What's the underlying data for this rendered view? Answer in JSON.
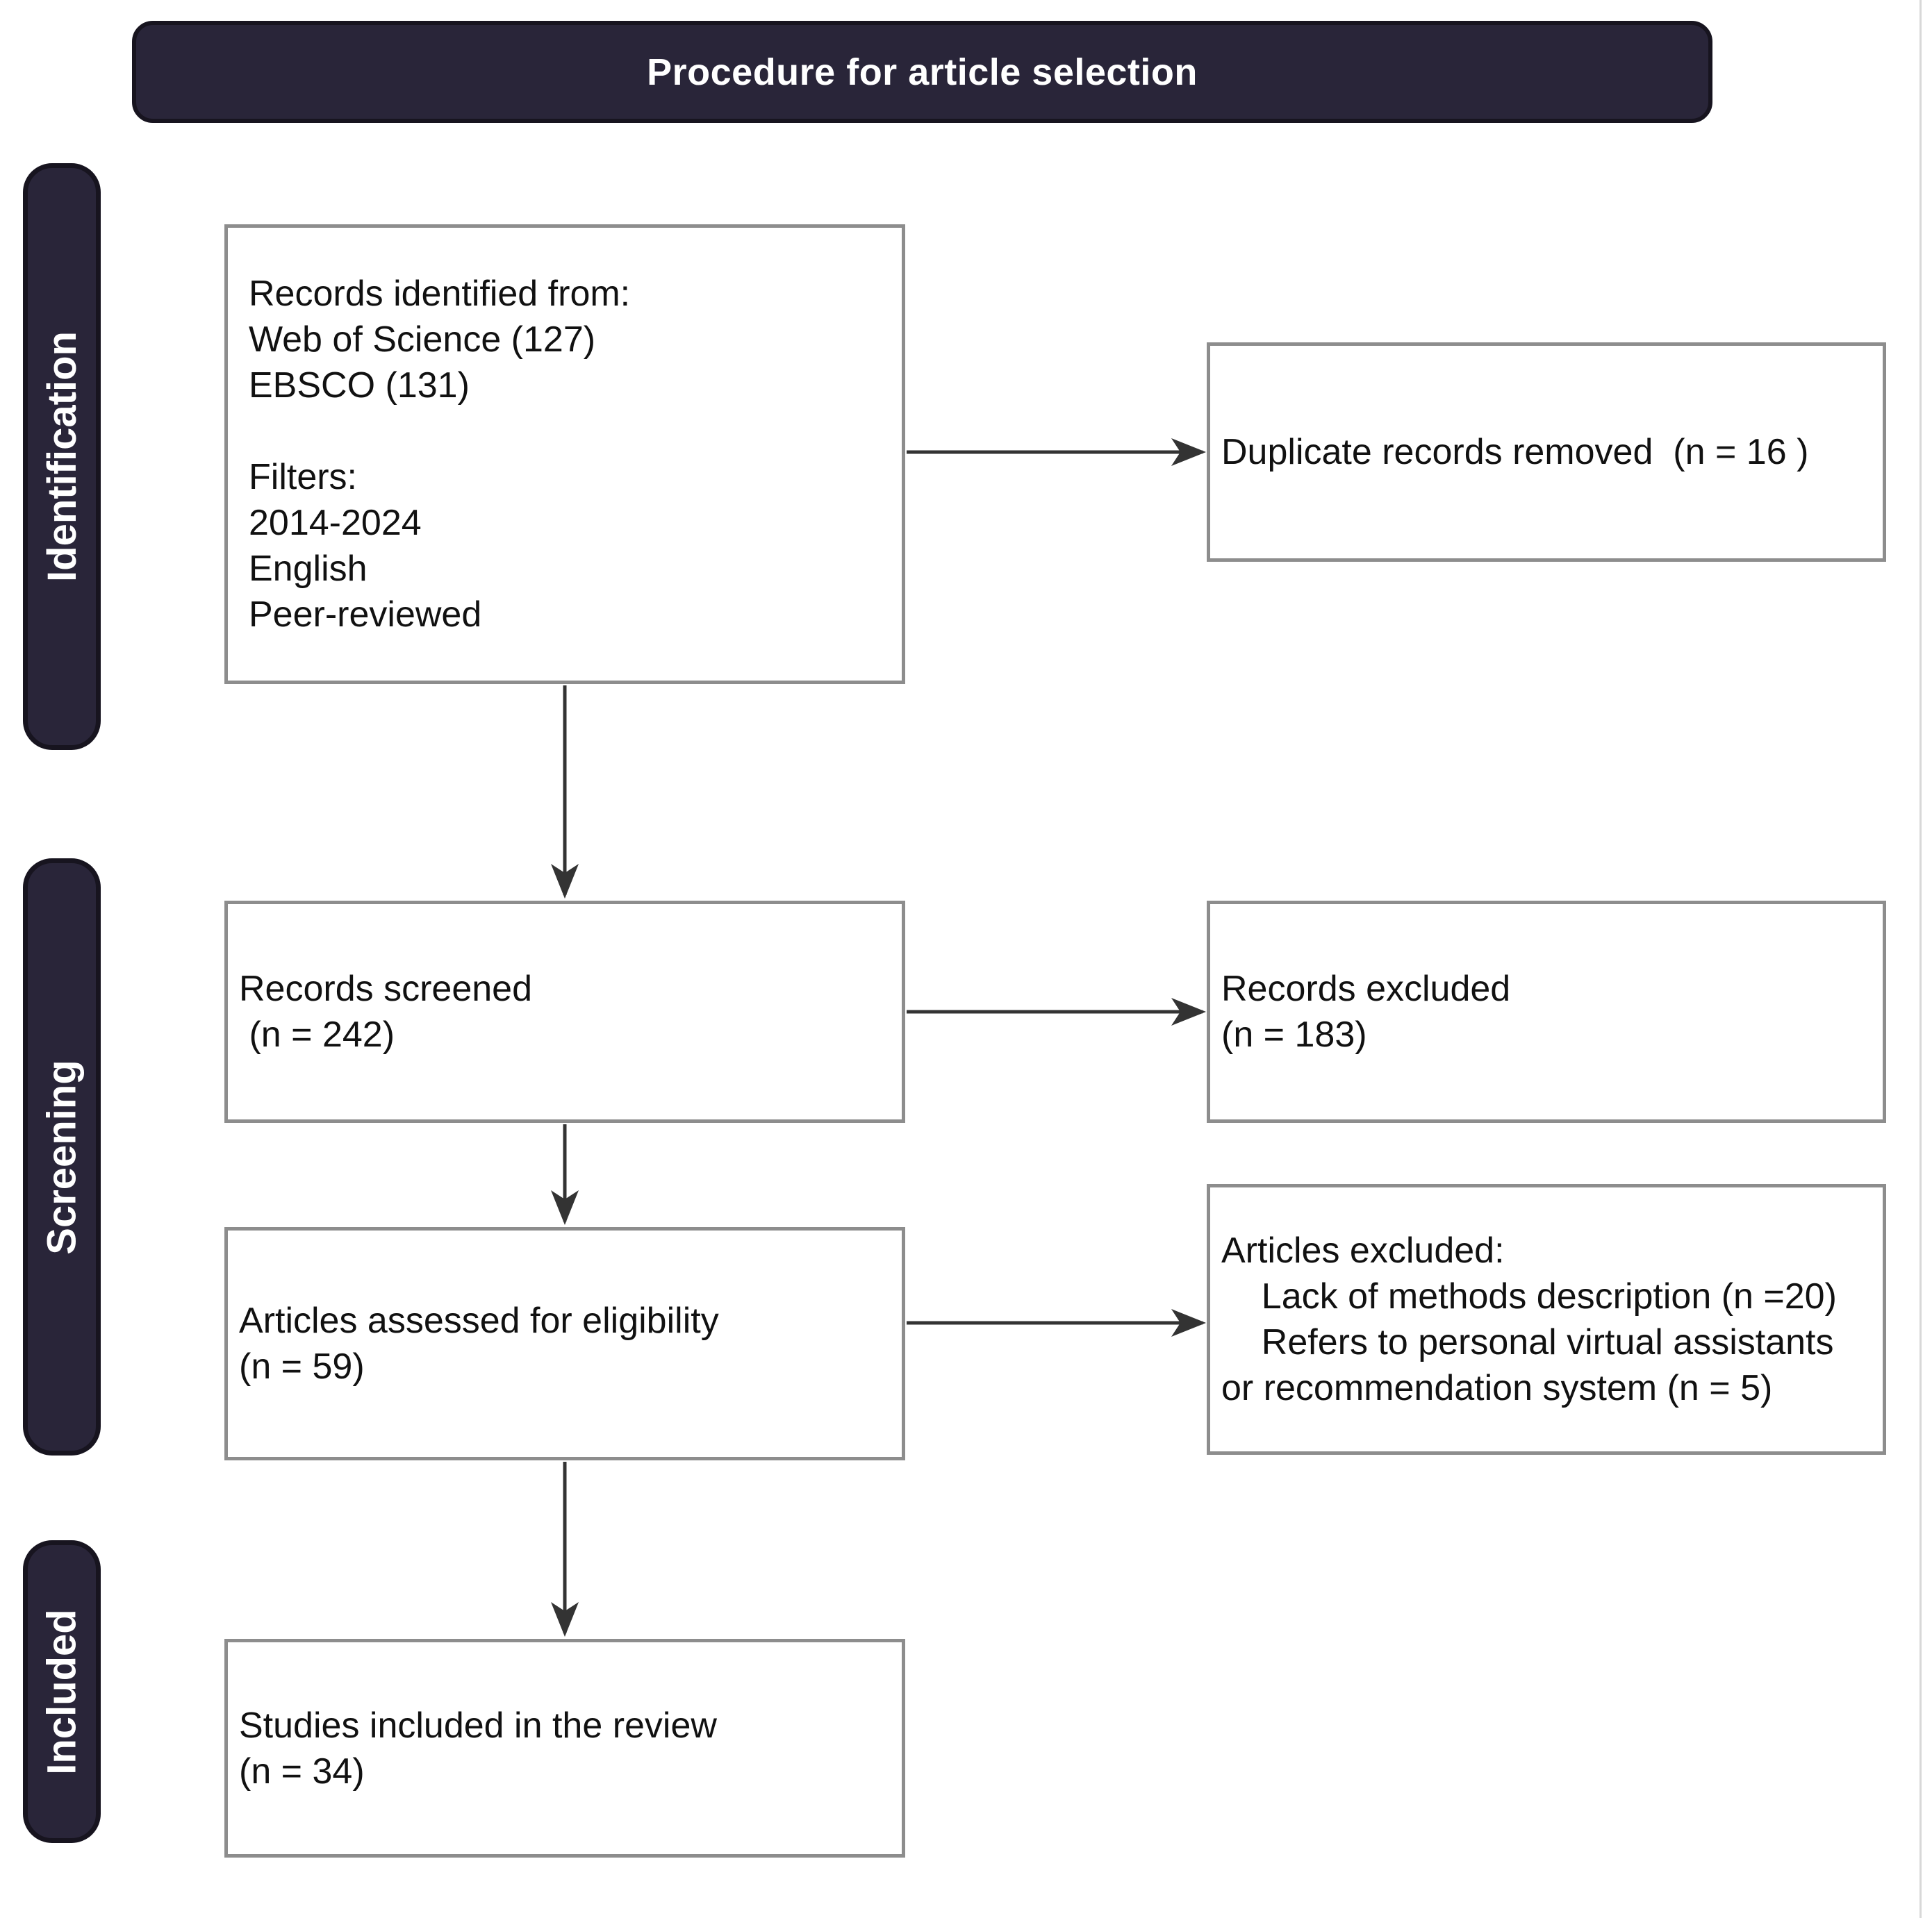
{
  "title": "Procedure for article selection",
  "stages": [
    {
      "id": "identification",
      "label": "Identification"
    },
    {
      "id": "screening",
      "label": "Screening"
    },
    {
      "id": "included",
      "label": "Included"
    }
  ],
  "boxes": {
    "records_identified": "Records identified from:\nWeb of Science (127)\nEBSCO (131)\n\nFilters:\n2014-2024\nEnglish\nPeer-reviewed",
    "duplicates_removed": "Duplicate records removed  (n = 16 )",
    "records_screened": "Records screened\n (n = 242)",
    "records_excluded": "Records excluded\n(n = 183)",
    "articles_assessed": "Articles assessed for eligibility\n(n = 59)",
    "articles_excluded": "Articles excluded:\n    Lack of methods description (n =20)\n    Refers to personal virtual assistants\nor recommendation system (n = 5)",
    "studies_included": "Studies included in the review\n(n = 34)"
  },
  "counts": {
    "web_of_science": 127,
    "ebsco": 131,
    "duplicates_removed": 16,
    "records_screened": 242,
    "records_excluded": 183,
    "articles_assessed": 59,
    "excluded_lack_of_methods": 20,
    "excluded_virtual_assistants": 5,
    "studies_included": 34
  },
  "colors": {
    "banner_fill": "#292539",
    "banner_border": "#17141f",
    "box_border": "#8d8d8d",
    "arrow": "#333333",
    "text": "#111111",
    "banner_text": "#ffffff"
  }
}
